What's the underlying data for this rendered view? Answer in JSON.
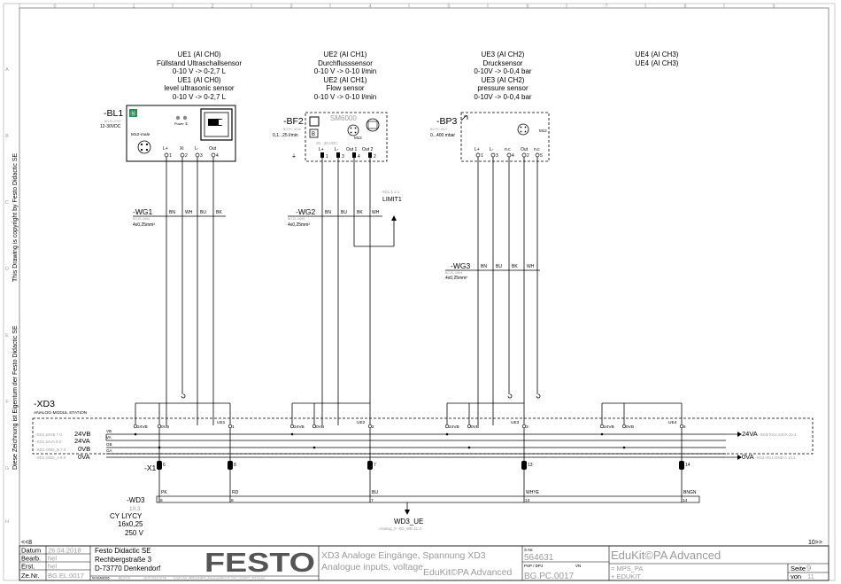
{
  "frame": {
    "columns": [
      "0",
      "1",
      "2",
      "3",
      "4",
      "5",
      "6",
      "7",
      "8",
      "9"
    ],
    "rows": [
      "A",
      "B",
      "C",
      "D",
      "E",
      "F",
      "G",
      "H"
    ]
  },
  "side_text": {
    "copyright_en": "This Drawing is copyright by Festo Didactic SE",
    "copyright_de": "Diese Zeichnung ist Eigentum der Festo Didactic SE"
  },
  "headers": {
    "ue1": [
      "UE1 (AI CH0)",
      "Füllstand Ultraschallsensor",
      "0-10 V -> 0-2,7 L",
      "UE1 (AI CH0)",
      "level ultrasonic sensor",
      "0-10 V -> 0-2,7 L"
    ],
    "ue2": [
      "UE2 (AI CH1)",
      "Durchflusssensor",
      "0-10 V -> 0-10 l/min",
      "UE2 (AI CH1)",
      "Flow sensor",
      "0-10 V -> 0-10 l/min"
    ],
    "ue3": [
      "UE3 (AI CH2)",
      "Drucksensor",
      "0-10V -> 0-0,4 bar",
      "UE3 (AI CH2)",
      "pressure sensor",
      "0-10V -> 0-0,4 bar"
    ],
    "ue4": [
      "UE4 (AI CH3)",
      "UE4 (AI CH3)"
    ]
  },
  "devices": {
    "bl1": {
      "tag": "-BL1",
      "voltage": "12-30VDC",
      "connector": "M12-male",
      "small": "BG.EL.0767",
      "pins": [
        "L+",
        "Xi",
        "L-",
        "Out"
      ],
      "pin_nums": [
        "1",
        "2",
        "3",
        "4"
      ],
      "power": "Power ①"
    },
    "bf2": {
      "tag": "-BF2",
      "model": "SM6000",
      "range": "0,1...25 l/min",
      "small": "BG.PC.0105",
      "pins": [
        "L+",
        "L-",
        "Out 1",
        "Out 2"
      ],
      "pin_nums": [
        "1",
        "3",
        "4",
        "2"
      ],
      "connector": "M12",
      "inner": "20...30 VDC"
    },
    "bp3": {
      "tag": "-BP3",
      "range": "0...400 mbar",
      "small": "BG.PC.0127",
      "pins": [
        "L+",
        "L-",
        "n.c",
        "Out",
        "n.c"
      ],
      "pin_nums": [
        "1",
        "3",
        "4",
        "2",
        "5"
      ],
      "connector": "M12"
    }
  },
  "cables": {
    "wg1": {
      "tag": "-WG1",
      "small": "BG.EL.0654",
      "spec": "4x0,25mm²",
      "colors": [
        "BN",
        "WH",
        "BU",
        "BK"
      ]
    },
    "wg2": {
      "tag": "-WG2",
      "small": "BG.EL.0654",
      "spec": "4x0,25mm²",
      "colors": [
        "BN",
        "BU",
        "BK",
        "WH"
      ]
    },
    "wg3": {
      "tag": "-WG3",
      "small": "BG.EL.0654",
      "spec": "4x0,25mm²",
      "colors": [
        "BN",
        "BU",
        "BK",
        "WH"
      ]
    }
  },
  "limit": {
    "ref": "-XD1.1 2.1",
    "label": "LIMIT1"
  },
  "xd3": {
    "tag": "-XD3",
    "sub": "ANALOG-MODUL STATION",
    "rails_left": [
      {
        "ref": "-XD1.24VB 7.0",
        "value": "24VB",
        "wire": "VB"
      },
      {
        "ref": "-XD1.24VA 8.0",
        "value": "24VA",
        "wire": "VA"
      },
      {
        "ref": "-XD1.GND_B 7.0",
        "value": "0VB",
        "wire": "GB"
      },
      {
        "ref": "-XD1.GND_A 8.0",
        "value": "0VA",
        "wire": "GA"
      }
    ],
    "rail_right_24va": "24VA",
    "rail_right_24va_ref": "-XD3-XG1:24VA 10.1",
    "rail_right_0va": "0VA",
    "rail_right_0va_ref": "-XD3-XG1:GND A 10.1",
    "group_labels": [
      "24VB",
      "0VB",
      "24VB",
      "0VB",
      "24VB",
      "0VB",
      "24VB",
      "0VB"
    ],
    "ue_labels": [
      "UE1",
      "UE2",
      "UE3",
      "UE4"
    ],
    "ue_pins": [
      "1",
      "2",
      "3",
      "4"
    ],
    "x1": "-X1",
    "x1_pins": [
      "6",
      "8",
      "7",
      "13",
      "14"
    ]
  },
  "wd3": {
    "tag": "-WD3",
    "small": "10.3",
    "type": "CY LIYCY",
    "size": "16x0,25",
    "voltage": "250 V",
    "colors": [
      "PK",
      "RD",
      "BU",
      "WHYE",
      "BNGN"
    ],
    "nums": [
      "6",
      "8",
      "7",
      "13",
      "14"
    ],
    "ue": "WD3_UE",
    "ue_ref": "-Analog_0 -XD_WE 11.3"
  },
  "nav": {
    "prev": "<<8",
    "next": "10>>"
  },
  "title_block": {
    "rows": [
      [
        "Datum",
        "26.04.2018"
      ],
      [
        "Bearb.",
        "hel"
      ],
      [
        "Erst.",
        "hel"
      ],
      [
        "Ze.Nr.",
        "BG.EL.0017"
      ]
    ],
    "company": [
      "Festo Didactic SE",
      "Rechbergstraße 3",
      "D-73770 Denkendorf"
    ],
    "logo": "FESTO",
    "title_de": "XD3 Analoge Eingänge, Spannung XD3",
    "title_en": "Analogue inputs, voltage",
    "edukit_small": "EduKit©PA Advanced",
    "sn_label": "S-Nr.",
    "sn": "564631",
    "psp_label": "PSP / DPJ",
    "vn_label": "VN",
    "psp": "BG.PC.0017",
    "product": "EduKit©PA Advanced",
    "loc1": "= MPS_PA",
    "loc2": "+ EDUKIT",
    "page_label": "Seite",
    "page": "9",
    "of_label": "von",
    "of": "11",
    "footer_small": [
      "NO/DAM/505",
      "REV/170",
      "28.07.2018 10:58",
      "D:\\EPLAN_P8\\EduKit\\PA_Advanced\\BG.PC.0017_EDUKIT_0014.ELD"
    ]
  }
}
